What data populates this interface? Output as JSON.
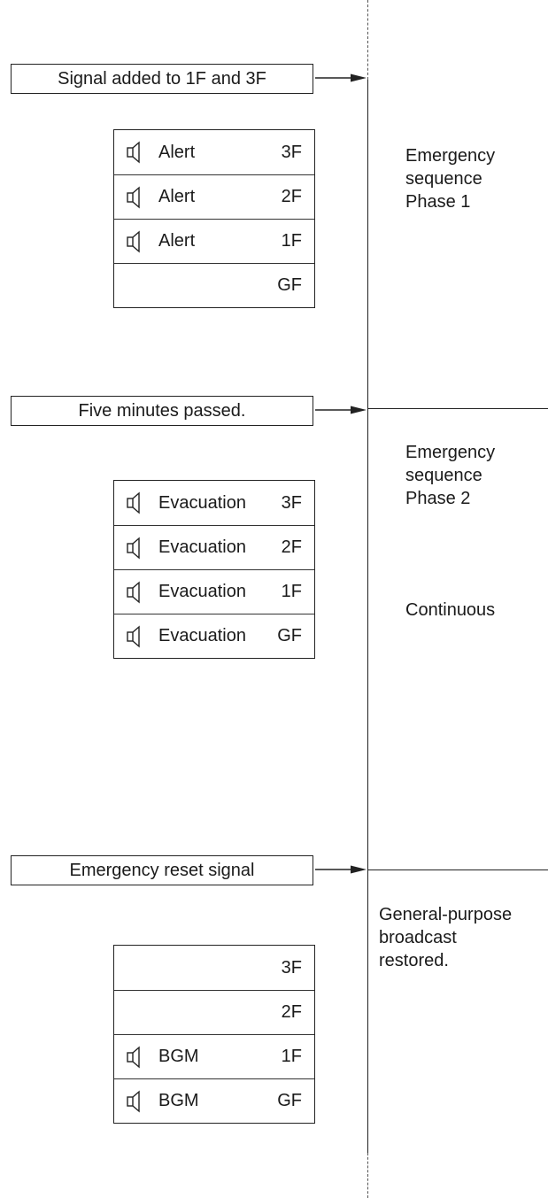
{
  "signals": [
    {
      "label": "Signal added to 1F and 3F"
    },
    {
      "label": "Five minutes passed."
    },
    {
      "label": "Emergency reset signal"
    }
  ],
  "phases": [
    {
      "label": "Emergency\nsequence\nPhase 1"
    },
    {
      "label": "Emergency\nsequence\nPhase 2"
    },
    {
      "label": "Continuous"
    },
    {
      "label": "General-purpose\nbroadcast\nrestored."
    }
  ],
  "tables": [
    {
      "rows": [
        {
          "speaker": true,
          "message": "Alert",
          "floor": "3F"
        },
        {
          "speaker": true,
          "message": "Alert",
          "floor": "2F"
        },
        {
          "speaker": true,
          "message": "Alert",
          "floor": "1F"
        },
        {
          "speaker": false,
          "message": "",
          "floor": "GF"
        }
      ]
    },
    {
      "rows": [
        {
          "speaker": true,
          "message": "Evacuation",
          "floor": "3F"
        },
        {
          "speaker": true,
          "message": "Evacuation",
          "floor": "2F"
        },
        {
          "speaker": true,
          "message": "Evacuation",
          "floor": "1F"
        },
        {
          "speaker": true,
          "message": "Evacuation",
          "floor": "GF"
        }
      ]
    },
    {
      "rows": [
        {
          "speaker": false,
          "message": "",
          "floor": "3F"
        },
        {
          "speaker": false,
          "message": "",
          "floor": "2F"
        },
        {
          "speaker": true,
          "message": "BGM",
          "floor": "1F"
        },
        {
          "speaker": true,
          "message": "BGM",
          "floor": "GF"
        }
      ]
    }
  ],
  "icons": {
    "speaker": "speaker-icon",
    "arrow": "arrow-right-icon"
  },
  "colors": {
    "line": "#222222",
    "text": "#1a1a1a",
    "background": "#ffffff"
  }
}
